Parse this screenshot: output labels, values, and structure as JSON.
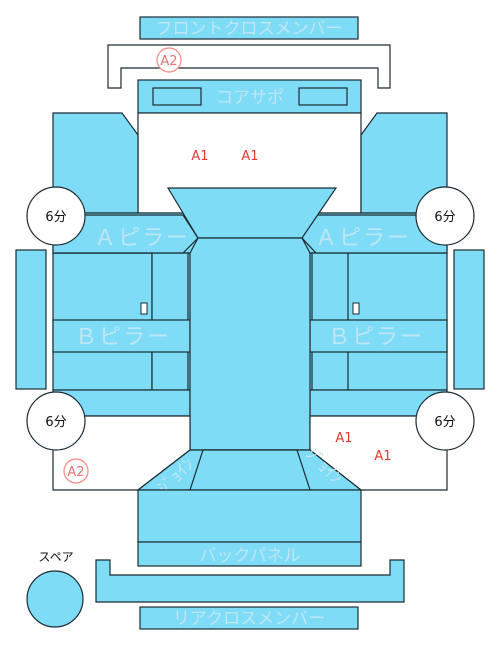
{
  "diagram": {
    "labels": {
      "front_cross_member": "フロントクロスメンバー",
      "core_support": "コアサポ",
      "a_pillar": "Ａピラー",
      "b_pillar": "Ｂピラー",
      "back_panel": "バックパネル",
      "rear_cross_member": "リアクロスメンバー",
      "spare": "スペア",
      "trunk_left": "ｼﾞｮｲﾝ",
      "trunk_right": "ｼﾞｮｲﾝ"
    },
    "rating_circles": {
      "front_left": "6分",
      "front_right": "6分",
      "rear_left": "6分",
      "rear_right": "6分"
    },
    "damage_marks": {
      "front_a1_left": "A1",
      "front_a1_right": "A1",
      "rear_a1_upper": "A1",
      "rear_a1_lower": "A1",
      "front_a2": "A2",
      "rear_a2": "A2"
    },
    "colors": {
      "panel_fill": "#7fdcf6",
      "panel_stroke": "#1b2b33",
      "label_text": "#bfe6f3",
      "damage_red": "#e53935"
    }
  }
}
